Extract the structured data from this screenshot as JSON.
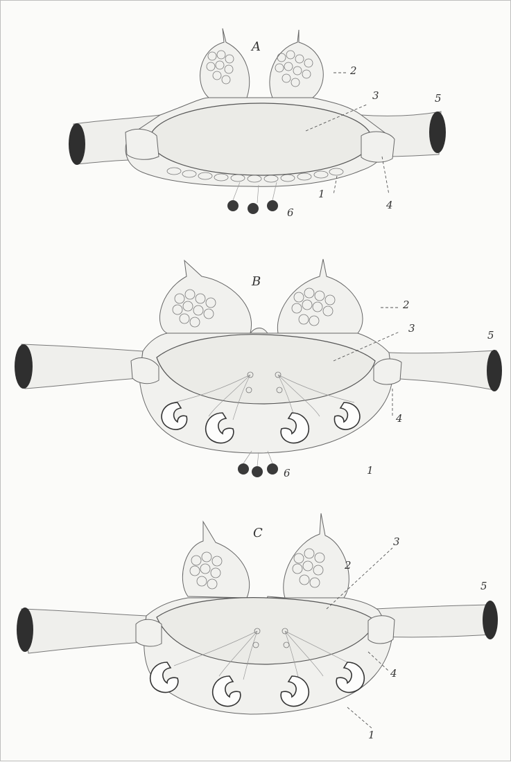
{
  "figures": [
    {
      "letter": "A",
      "labels": [
        "1",
        "2",
        "3",
        "4",
        "5",
        "6"
      ]
    },
    {
      "letter": "B",
      "labels": [
        "1",
        "2",
        "3",
        "4",
        "5",
        "6"
      ]
    },
    {
      "letter": "C",
      "labels": [
        "1",
        "2",
        "3",
        "4",
        "5"
      ]
    }
  ]
}
